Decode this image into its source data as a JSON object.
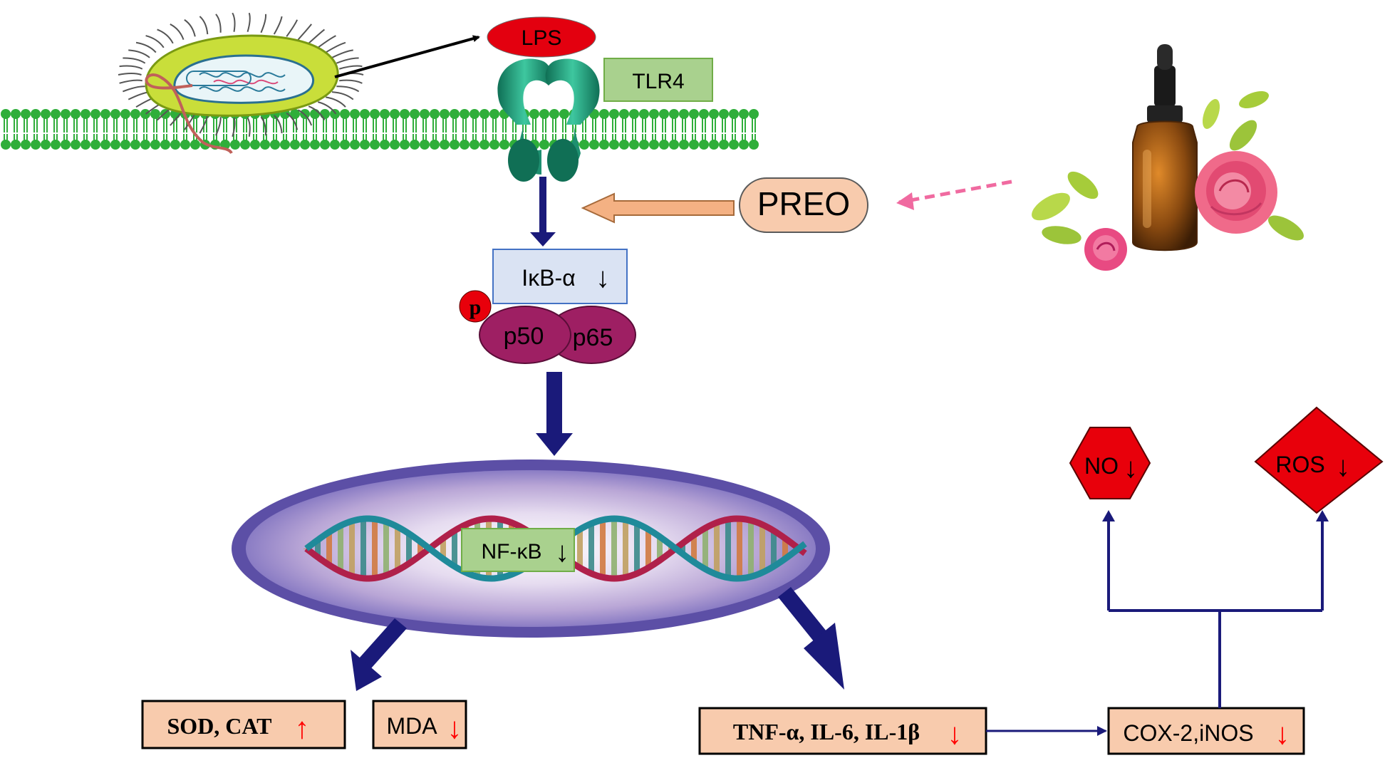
{
  "labels": {
    "lps": "LPS",
    "tlr4": "TLR4",
    "preo": "PREO",
    "ikb": "IκB-α",
    "p": "p",
    "p50": "p50",
    "p65": "p65",
    "nfkb": "NF-κB",
    "no": "NO",
    "ros": "ROS",
    "sod_cat": "SOD, CAT",
    "mda": "MDA",
    "cytokines": "TNF-α, IL-6, IL-1β",
    "cox_inos": "COX-2,iNOS"
  },
  "arrows": {
    "down": "↓",
    "up": "↑"
  },
  "colors": {
    "lps_red": "#e3000f",
    "tlr4_green": "#a9d18e",
    "receptor_teal": "#1f9c7c",
    "membrane_green": "#2fae3a",
    "preo_peach": "#f8cbad",
    "ikb_blue": "#dae3f3",
    "nfkb_purple": "#9e1f63",
    "nucleus_purple": "#7a73c0",
    "navy_arrow": "#1a1a7a",
    "increase_red": "#ff0000",
    "box_peach": "#f8cbad",
    "hazard_red": "#e8000b",
    "pink_dash": "#f06aa0"
  }
}
